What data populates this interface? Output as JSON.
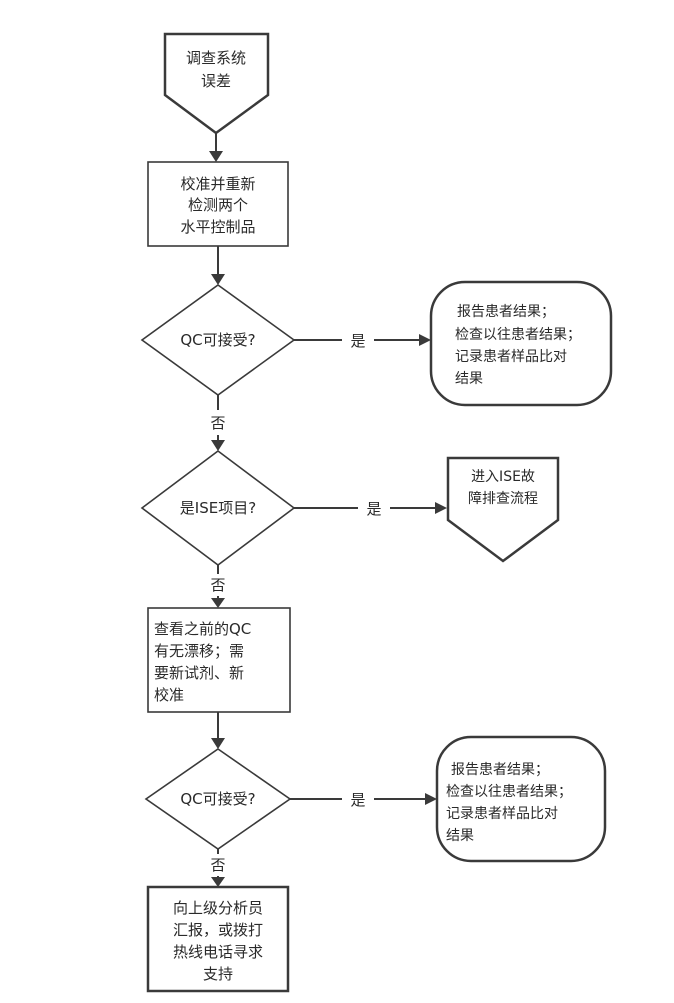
{
  "nodes": {
    "start": [
      "调查系统",
      "误差"
    ],
    "calibrate": [
      "校准并重新",
      "检测两个",
      "水平控制品"
    ],
    "qc_check_1": [
      "QC可接受?"
    ],
    "report_1": [
      "报告患者结果；",
      "检查以往患者结果；",
      "记录患者样品比对",
      "结果"
    ],
    "ise_check": [
      "是ISE项目?"
    ],
    "ise_flow": [
      "进入ISE故",
      "障排查流程"
    ],
    "review_qc": [
      "查看之前的QC",
      "有无漂移；需",
      "要新试剂、新",
      "校准"
    ],
    "qc_check_2": [
      "QC可接受?"
    ],
    "report_2": [
      "报告患者结果；",
      "检查以往患者结果；",
      "记录患者样品比对",
      "结果"
    ],
    "escalate": [
      "向上级分析员",
      "汇报，或拨打",
      "热线电话寻求",
      "支持"
    ]
  },
  "edge_labels": {
    "yes_1": "是",
    "no_1": "否",
    "yes_2": "是",
    "no_2": "否",
    "yes_3": "是",
    "no_3": "否"
  }
}
